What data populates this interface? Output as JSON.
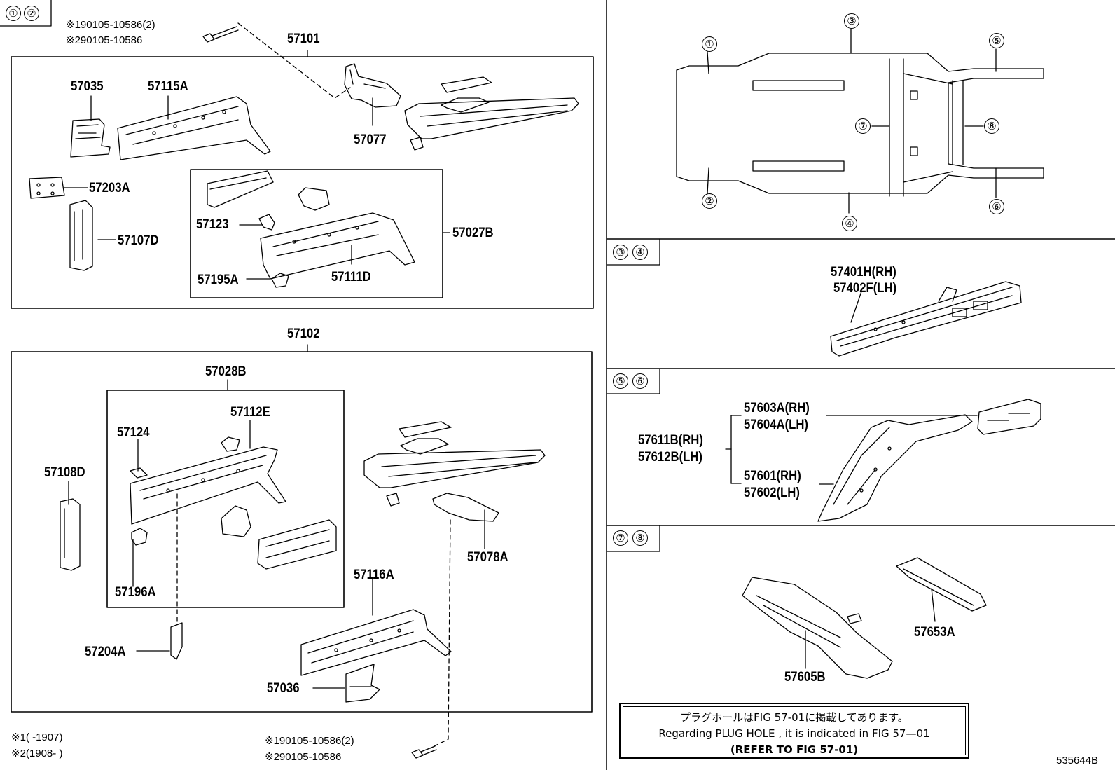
{
  "sections": {
    "s12": {
      "c1": "①",
      "c2": "②"
    },
    "s34": {
      "c1": "③",
      "c2": "④"
    },
    "s56": {
      "c1": "⑤",
      "c2": "⑥"
    },
    "s78": {
      "c1": "⑦",
      "c2": "⑧"
    }
  },
  "overview_callouts": [
    "①",
    "②",
    "③",
    "④",
    "⑤",
    "⑥",
    "⑦",
    "⑧"
  ],
  "bolt_top": {
    "line1": "※190105-10586(2)",
    "line2": "※290105-10586"
  },
  "bolt_bottom": {
    "line1": "※190105-10586(2)",
    "line2": "※290105-10586"
  },
  "footnotes": {
    "n1": "※1(     -1907)",
    "n2": "※2(1908-      )"
  },
  "parts": {
    "p57101": "57101",
    "p57035": "57035",
    "p57115A": "57115A",
    "p57077": "57077",
    "p57203A": "57203A",
    "p57107D": "57107D",
    "p57123": "57123",
    "p57027B": "57027B",
    "p57195A": "57195A",
    "p57111D": "57111D",
    "p57102": "57102",
    "p57028B": "57028B",
    "p57112E": "57112E",
    "p57124": "57124",
    "p57108D": "57108D",
    "p57196A": "57196A",
    "p57204A": "57204A",
    "p57078A": "57078A",
    "p57116A": "57116A",
    "p57036": "57036",
    "p57401H": "57401H(RH)",
    "p57402F": "57402F(LH)",
    "p57603A": "57603A(RH)",
    "p57604A": "57604A(LH)",
    "p57611B": "57611B(RH)",
    "p57612B": "57612B(LH)",
    "p57601": "57601(RH)",
    "p57602": "57602(LH)",
    "p57653A": "57653A",
    "p57605B": "57605B"
  },
  "note": {
    "jp": "プラグホールはFIG 57-01に掲載してあります。",
    "en": "Regarding  PLUG  HOLE , it is indicated in FIG  57—01",
    "ref": "(REFER  TO  FIG  57-01)"
  },
  "figure_id": "535644B"
}
